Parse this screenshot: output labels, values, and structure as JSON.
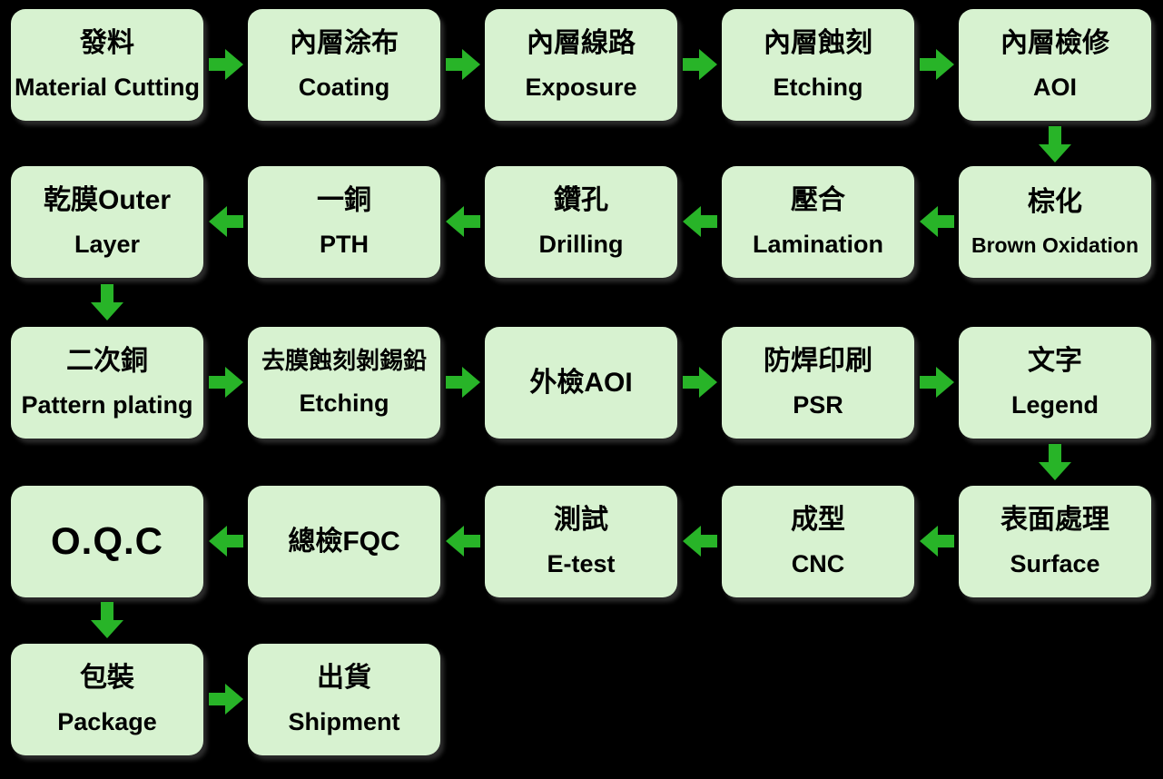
{
  "colors": {
    "background": "#000000",
    "box_fill": "#d7f2d0",
    "text": "#000000",
    "arrow": "#28b428"
  },
  "nodes": [
    {
      "id": "material-cutting",
      "line1": "發料",
      "line2": "Material Cutting"
    },
    {
      "id": "coating",
      "line1": "內層涂布",
      "line2": "Coating"
    },
    {
      "id": "exposure",
      "line1": "內層線路",
      "line2": "Exposure"
    },
    {
      "id": "inner-etching",
      "line1": "內層蝕刻",
      "line2": "Etching"
    },
    {
      "id": "inner-aoi",
      "line1": "內層檢修",
      "line2": "AOI"
    },
    {
      "id": "brown-oxidation",
      "line1": "棕化",
      "line2": "Brown Oxidation"
    },
    {
      "id": "lamination",
      "line1": "壓合",
      "line2": "Lamination"
    },
    {
      "id": "drilling",
      "line1": "鑽孔",
      "line2": "Drilling"
    },
    {
      "id": "pth",
      "line1": "一銅",
      "line2": "PTH"
    },
    {
      "id": "outer-layer",
      "line1": "乾膜Outer",
      "line2": "Layer"
    },
    {
      "id": "pattern-plating",
      "line1": "二次銅",
      "line2": "Pattern plating"
    },
    {
      "id": "strip-etching",
      "line1": "去膜蝕刻剝錫鉛",
      "line2": "Etching"
    },
    {
      "id": "outer-aoi",
      "line1": "外檢AOI"
    },
    {
      "id": "psr",
      "line1": "防焊印刷",
      "line2": "PSR"
    },
    {
      "id": "legend",
      "line1": "文字",
      "line2": "Legend"
    },
    {
      "id": "surface",
      "line1": "表面處理",
      "line2": "Surface"
    },
    {
      "id": "cnc",
      "line1": "成型",
      "line2": "CNC"
    },
    {
      "id": "e-test",
      "line1": "測試",
      "line2": "E-test"
    },
    {
      "id": "fqc",
      "line1": "總檢FQC"
    },
    {
      "id": "oqc",
      "line1": "O.Q.C"
    },
    {
      "id": "package",
      "line1": "包裝",
      "line2": "Package"
    },
    {
      "id": "shipment",
      "line1": "出貨",
      "line2": "Shipment"
    }
  ],
  "flow_order": [
    "material-cutting",
    "coating",
    "exposure",
    "inner-etching",
    "inner-aoi",
    "brown-oxidation",
    "lamination",
    "drilling",
    "pth",
    "outer-layer",
    "pattern-plating",
    "strip-etching",
    "outer-aoi",
    "psr",
    "legend",
    "surface",
    "cnc",
    "e-test",
    "fqc",
    "oqc",
    "package",
    "shipment"
  ]
}
